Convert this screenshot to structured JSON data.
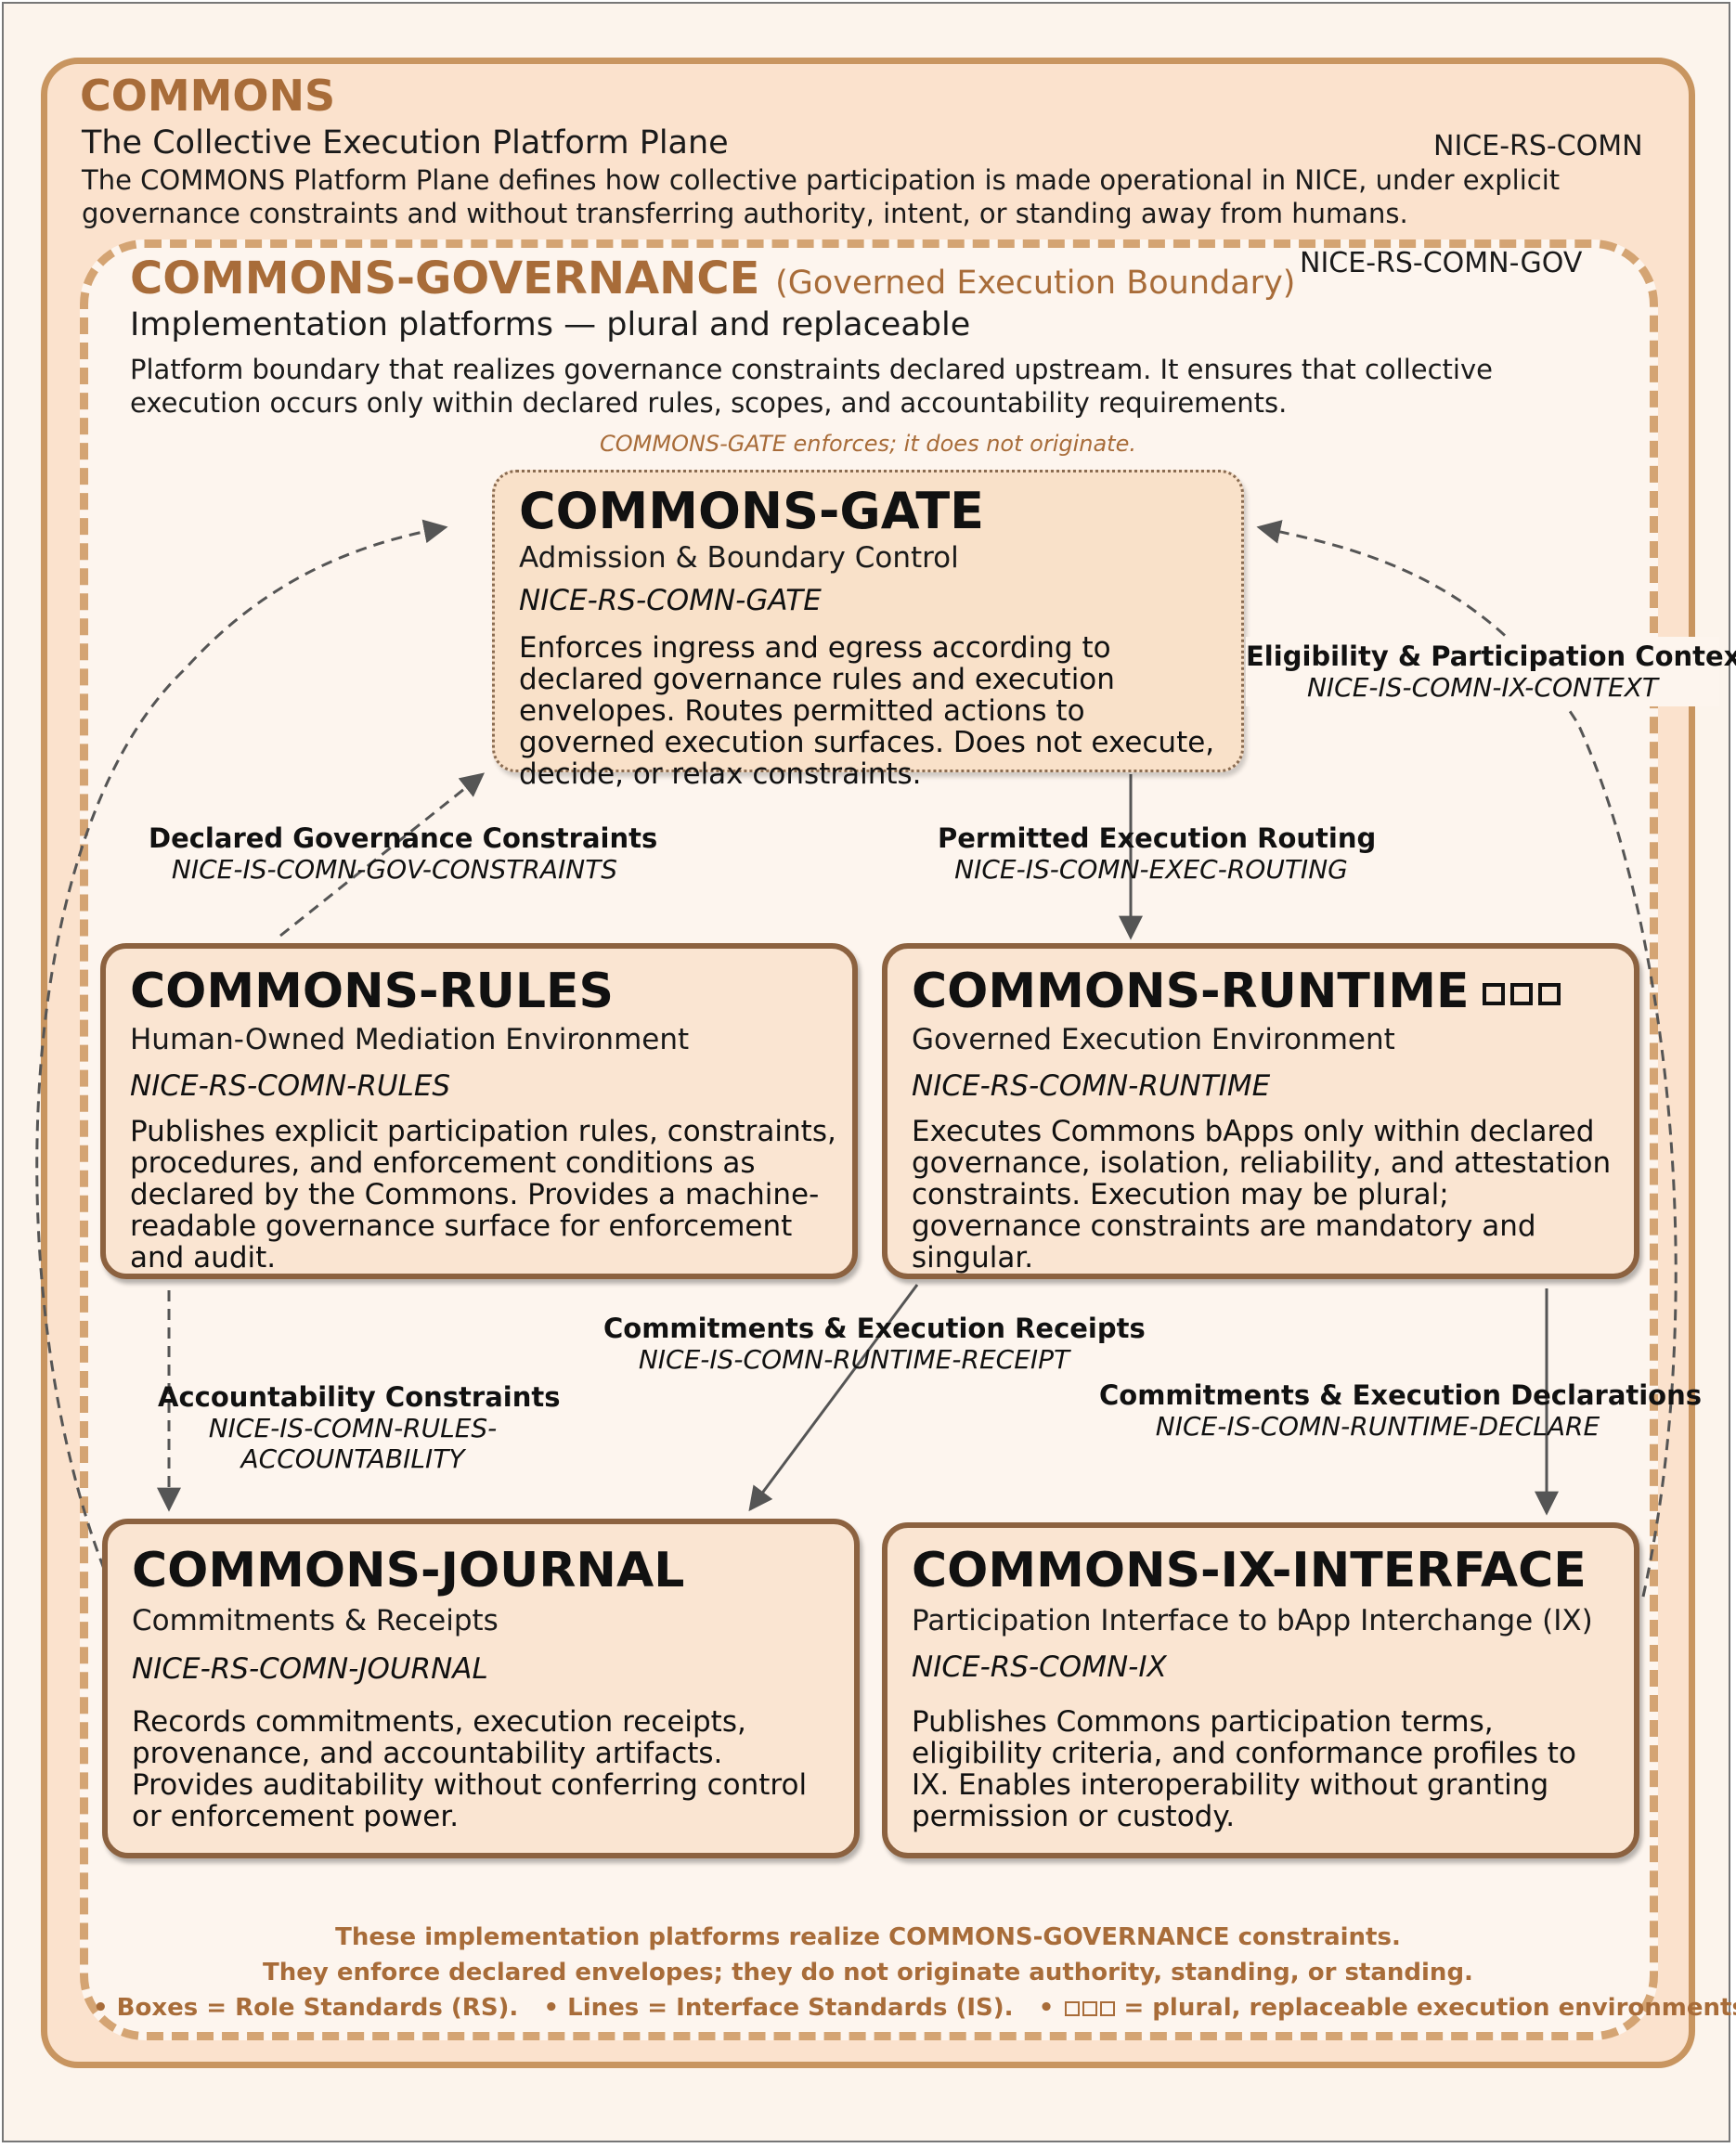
{
  "commons": {
    "title": "COMMONS",
    "subtitle": "The Collective Execution Platform Plane",
    "code": "NICE-RS-COMN",
    "description": "The COMMONS Platform Plane defines how collective participation is made operational in NICE, under explicit governance constraints and without transferring authority, intent, or standing away from humans."
  },
  "governance": {
    "title": "COMMONS-GOVERNANCE",
    "title_suffix": "(Governed Execution Boundary)",
    "code": "NICE-RS-COMN-GOV",
    "subtitle": "Implementation platforms — plural and replaceable",
    "description": "Platform boundary that realizes governance constraints declared upstream.  It ensures that collective execution occurs only within declared rules, scopes, and accountability requirements.",
    "gate_note": "COMMONS-GATE enforces; it does not originate."
  },
  "boxes": {
    "gate": {
      "title": "COMMONS-GATE",
      "subtitle": "Admission & Boundary Control",
      "code": "NICE-RS-COMN-GATE",
      "description": "Enforces ingress and egress according to declared governance rules and execution envelopes. Routes permitted actions to governed execution surfaces.  Does not execute, decide, or relax constraints."
    },
    "rules": {
      "title": "COMMONS-RULES",
      "subtitle": "Human-Owned Mediation Environment",
      "code": "NICE-RS-COMN-RULES",
      "description": "Publishes explicit participation rules, constraints, procedures, and enforcement conditions as declared by the Commons.  Provides a machine-readable governance surface for enforcement and audit."
    },
    "runtime": {
      "title": "COMMONS-RUNTIME",
      "subtitle": "Governed Execution Environment",
      "code": "NICE-RS-COMN-RUNTIME",
      "description": "Executes Commons bApps only within declared governance, isolation, reliability, and attestation constraints.  Execution may be plural; governance constraints are mandatory and singular."
    },
    "journal": {
      "title": "COMMONS-JOURNAL",
      "subtitle": "Commitments & Receipts",
      "code": "NICE-RS-COMN-JOURNAL",
      "description": "Records commitments, execution receipts, provenance, and accountability artifacts.  Provides auditability without conferring control or enforcement power."
    },
    "ix": {
      "title": "COMMONS-IX-INTERFACE",
      "subtitle": "Participation Interface to bApp Interchange (IX)",
      "code": "NICE-RS-COMN-IX",
      "description": "Publishes Commons participation terms, eligibility criteria, and conformance profiles to IX.  Enables interoperability without granting permission or custody."
    }
  },
  "interfaces": {
    "constraints": {
      "name": "Declared Governance Constraints",
      "code": "NICE-IS-COMN-GOV-CONSTRAINTS"
    },
    "routing": {
      "name": "Permitted Execution Routing",
      "code": "NICE-IS-COMN-EXEC-ROUTING"
    },
    "context": {
      "name": "Eligibility & Participation Context",
      "code": "NICE-IS-COMN-IX-CONTEXT"
    },
    "receipt": {
      "name": "Commitments & Execution Receipts",
      "code": "NICE-IS-COMN-RUNTIME-RECEIPT"
    },
    "accountability": {
      "name": "Accountability Constraints",
      "code_line1": "NICE-IS-COMN-RULES-",
      "code_line2": "ACCOUNTABILITY"
    },
    "declare": {
      "name": "Commitments & Execution Declarations",
      "code": "NICE-IS-COMN-RUNTIME-DECLARE"
    }
  },
  "footer": {
    "line1": "These implementation platforms realize COMMONS-GOVERNANCE  constraints.",
    "line2": "They enforce declared envelopes; they do not originate authority, standing, or standing.",
    "legend_boxes": "• Boxes = Role Standards (RS).",
    "legend_lines": "• Lines = Interface Standards (IS).",
    "legend_plural_prefix": "•",
    "legend_plural": "= plural, replaceable execution environments"
  },
  "colors": {
    "accent": "#a86c39",
    "outer_fill": "#fbe2cd",
    "outer_border": "#c89560",
    "box_border": "#8c6240",
    "box_fill": "#fae5d2"
  }
}
